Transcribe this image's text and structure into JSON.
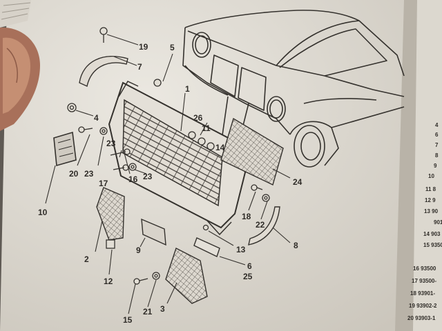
{
  "callouts": {
    "c1": "1",
    "c2": "2",
    "c3": "3",
    "c4": "4",
    "c5": "5",
    "c6": "6",
    "c7": "7",
    "c8": "8",
    "c9": "9",
    "c10": "10",
    "c11": "11",
    "c12": "12",
    "c13": "13",
    "c14": "14",
    "c15": "15",
    "c16": "16",
    "c17": "17",
    "c18": "18",
    "c19": "19",
    "c20": "20",
    "c21": "21",
    "c22": "22",
    "c23a": "23",
    "c23b": "23",
    "c23c": "23",
    "c24": "24",
    "c25": "25",
    "c26": "26"
  },
  "right_page": {
    "r4": "4",
    "r6": "6",
    "r7": "7",
    "r8": "8",
    "r9": "9",
    "r10": "10",
    "r11": "11  8",
    "r12": "12  9",
    "r13": "13  90",
    "r13b": "901",
    "r14": "14  903",
    "r15": "15  9350",
    "r16": "16  93500",
    "r17": "17  93500-",
    "r18": "18  93901-",
    "r19": "19  93902-2",
    "r20": "20  93903-1"
  },
  "colors": {
    "paper": "#e6e2da",
    "ink": "#34312d",
    "finger": "#b47a60",
    "page_edge": "#cfcac0"
  }
}
